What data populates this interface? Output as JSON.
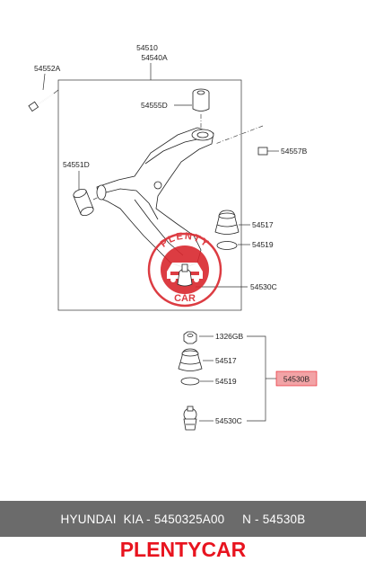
{
  "labels": {
    "main_assembly_top": "54510",
    "main_assembly_bottom": "54540A",
    "bolt_left": "54552A",
    "bushing_upper": "54555D",
    "bushing_left": "54551D",
    "bolt_right": "54557B",
    "dust_boot_upper": "54517",
    "ring_upper": "54519",
    "ball_joint_upper": "54530C",
    "nut": "1326GB",
    "dust_boot_lower": "54517",
    "ring_lower": "54519",
    "ball_joint_lower": "54530C",
    "kit_highlight": "54530B"
  },
  "watermark": {
    "top_text": "PLENTY",
    "bottom_text": "CAR"
  },
  "footer": {
    "text": "HYUNDAI  KIA - 5450325A00     N - 54530B",
    "bar_color": "#6b6b6b"
  },
  "brand": {
    "text": "PLENTYCAR",
    "color": "#e8141f"
  },
  "colors": {
    "highlight_fill": "#f2a3a6",
    "highlight_border": "#e8141f",
    "watermark_red": "#d9272e"
  }
}
